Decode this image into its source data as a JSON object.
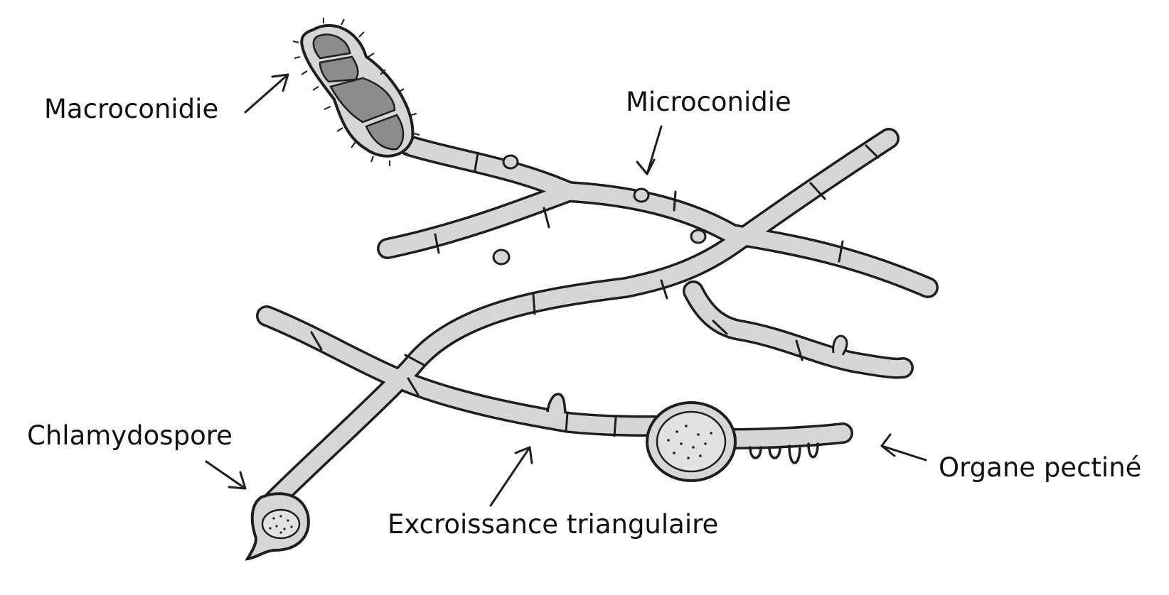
{
  "labels": {
    "macroconidie": "Macroconidie",
    "microconidie": "Microconidie",
    "chlamydospore": "Chlamydospore",
    "excroissance": "Excroissance triangulaire",
    "organe": "Organe pectiné"
  },
  "colors": {
    "ink": "#1e1e1e",
    "hypha_fill": "#d6d6d6",
    "spore_fill": "#8c8c8c",
    "background": "#ffffff"
  }
}
